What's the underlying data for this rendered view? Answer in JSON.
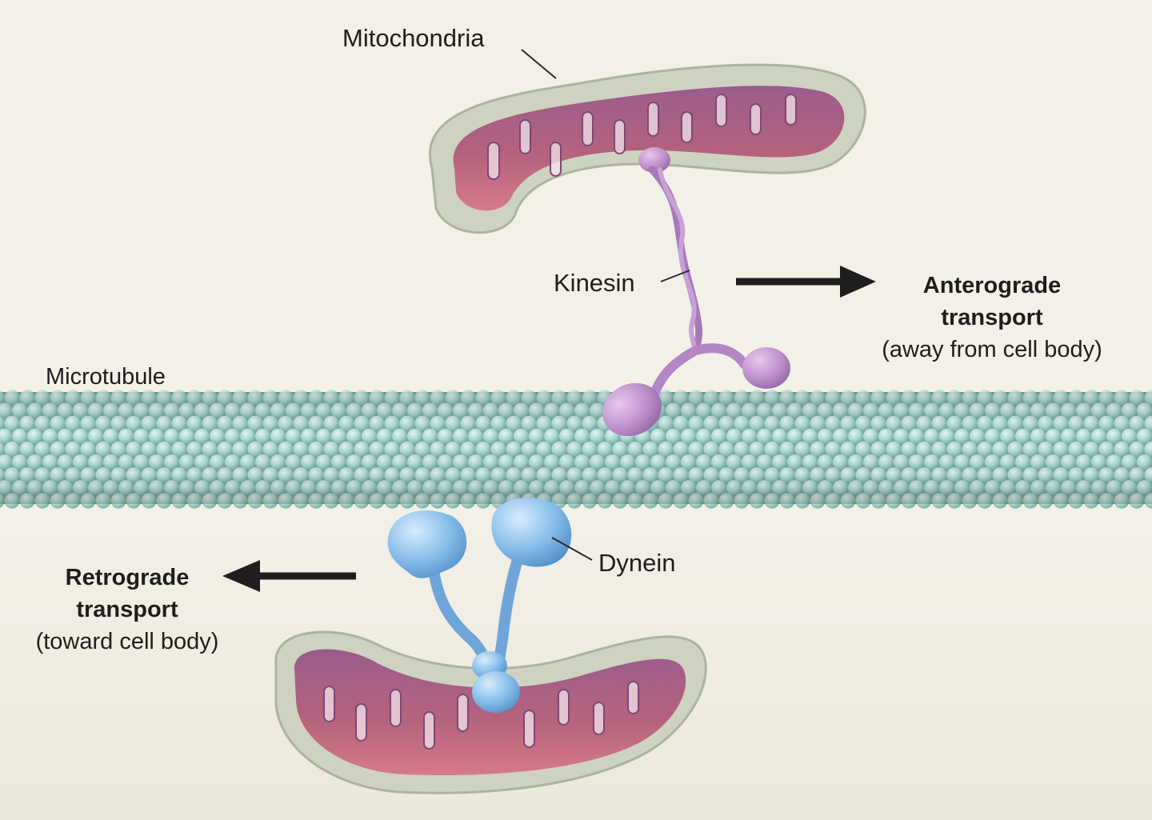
{
  "labels": {
    "mitochondria": "Mitochondria",
    "kinesin": "Kinesin",
    "microtubule": "Microtubule",
    "dynein": "Dynein"
  },
  "anterograde": {
    "title_line1": "Anterograde",
    "title_line2": "transport",
    "subtitle": "(away from cell body)"
  },
  "retrograde": {
    "title_line1": "Retrograde",
    "title_line2": "transport",
    "subtitle": "(toward cell body)"
  },
  "colors": {
    "background": "#f3f0e8",
    "microtubule_bead": "#a8d6cf",
    "mitochondria_matrix": "#b3637f",
    "mitochondria_membrane": "#ccd2bd",
    "kinesin": "#b58ac4",
    "dynein": "#7fb6e6",
    "arrow": "#1e1e1e"
  }
}
